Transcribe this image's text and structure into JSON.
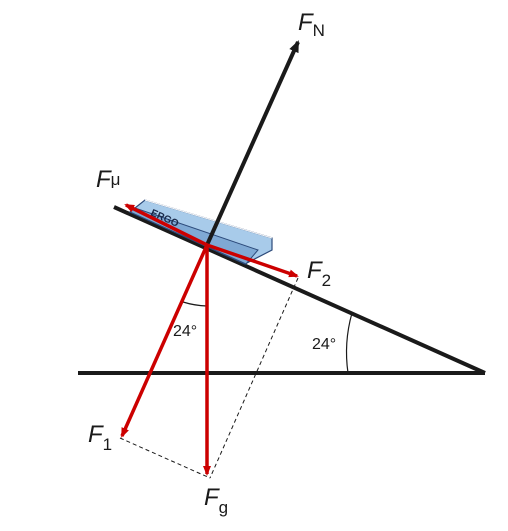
{
  "colors": {
    "structure": "#1a1a1a",
    "force": "#cc0000",
    "book": "#a8cbea",
    "book_edge": "#2c4a7a"
  },
  "book": {
    "label": "ERGO"
  },
  "forces": {
    "normal": {
      "symbol": "F",
      "subscript": "N"
    },
    "friction": {
      "symbol": "F",
      "subscript": "μ"
    },
    "downhill": {
      "symbol": "F",
      "subscript": "2"
    },
    "perpendicular": {
      "symbol": "F",
      "subscript": "1"
    },
    "gravity": {
      "symbol": "F",
      "subscript": "g"
    }
  },
  "angles": {
    "incline": "24°",
    "between_forces": "24°"
  }
}
